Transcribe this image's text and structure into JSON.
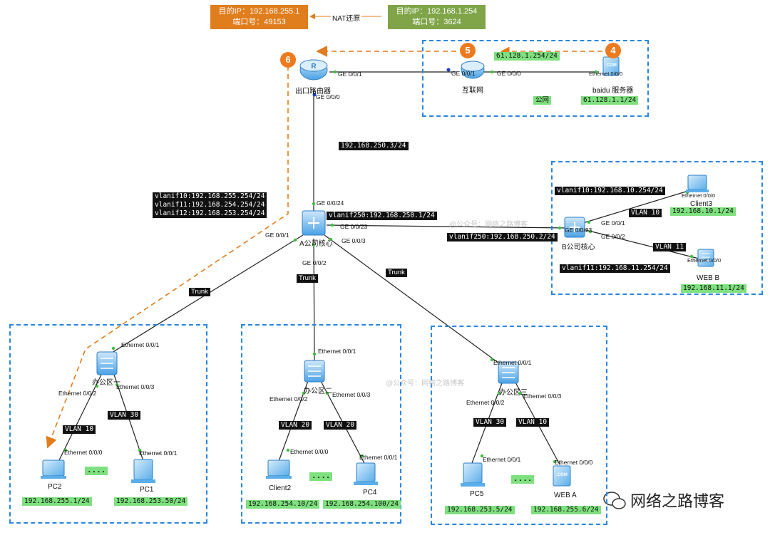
{
  "nat": {
    "left_line1": "目的IP：192.168.255.1",
    "left_line2": "端口号：49153",
    "arrow_label": "NAT还原",
    "right_line1": "目的IP：192.168.1.254",
    "right_line2": "端口号：3624"
  },
  "steps": [
    "6",
    "5",
    "4"
  ],
  "devices": {
    "exit_router": "出口路由器",
    "internet": "互联网",
    "baidu": "baidu 服务器",
    "public_net": "公网",
    "core_a": "A公司核心",
    "core_b": "B公司核心",
    "client3": "Client3",
    "web_b": "WEB B",
    "office1": "办公区一",
    "office2": "办公区二",
    "office3": "办公区三",
    "pc2": "PC2",
    "pc1": "PC1",
    "client2": "Client2",
    "pc4": "PC4",
    "pc5": "PC5",
    "web_a": "WEB A"
  },
  "ports": {
    "r_ge001": "GE 0/0/1",
    "r_ge000": "GE 0/0/0",
    "i_ge001": "GE 0/0/1",
    "i_ge000": "GE 0/0/0",
    "baidu_eth": "Ethernet 0/0/0",
    "a_ge0024": "GE 0/0/24",
    "a_ge0023": "GE 0/0/23",
    "a_ge003": "GE 0/0/3",
    "a_ge001": "GE 0/0/1",
    "a_ge002": "GE 0/0/2",
    "b_ge0023": "GE 0/0/23",
    "b_ge001": "GE 0/0/1",
    "b_ge002": "GE 0/0/2",
    "c3_eth": "Ethernet 0/0/0",
    "webb_eth": "Ethernet 0/0/0",
    "o1_up": "Ethernet 0/0/1",
    "o1_left": "Ethernet 0/0/2",
    "o1_right": "Ethernet 0/0/3",
    "pc2_eth": "Ethernet 0/0/0",
    "pc1_eth": "Ethernet 0/0/1",
    "o2_up": "Ethernet 0/0/1",
    "o2_left": "Ethernet 0/0/2",
    "o2_right": "Ethernet 0/0/3",
    "c2_eth": "Ethernet 0/0/0",
    "pc4_eth": "Ethernet 0/0/1",
    "o3_up": "Ethernet 0/0/1",
    "o3_left": "Ethernet 0/0/2",
    "o3_right": "Ethernet 0/0/3",
    "pc5_eth": "Ethernet 0/0/1",
    "weba_eth": "Ethernet 0/0/0"
  },
  "addresses": {
    "internet_ip": "61.128.1.254/24",
    "baidu_ip": "61.128.1.1/24",
    "link_ip": "192.168.250.3/24",
    "vlanif10_a": "vlanif10:192.168.255.254/24",
    "vlanif11_a": "vlanif11:192.168.254.254/24",
    "vlanif12_a": "vlanif12:192.168.253.254/24",
    "vlanif250_a": "vlanif250:192.168.250.1/24",
    "vlanif250_b": "vlanif250:192.168.250.2/24",
    "vlanif10_b": "vlanif10:192.168.10.254/24",
    "vlanif11_b": "vlanif11:192.168.11.254/24",
    "client3_ip": "192.168.10.1/24",
    "webb_ip": "192.168.11.1/24",
    "pc2_ip": "192.168.255.1/24",
    "pc1_ip": "192.168.253.50/24",
    "client2_ip": "192.168.254.10/24",
    "pc4_ip": "192.168.254.100/24",
    "pc5_ip": "192.168.253.5/24",
    "weba_ip": "192.168.255.6/24"
  },
  "links": {
    "trunk1": "Trunk",
    "trunk2": "Trunk",
    "trunk3": "Trunk",
    "vlan10_b": "VLAN 10",
    "vlan11_b": "VLAN 11",
    "o1_vlan10": "VLAN 10",
    "o1_vlan30": "VLAN 30",
    "o2_vlan20a": "VLAN 20",
    "o2_vlan20b": "VLAN 20",
    "o3_vlan30": "VLAN 30",
    "o3_vlan10": "VLAN 10"
  },
  "ellipsis": "....",
  "watermark": "@公众号：网络之路博客",
  "brand": "网络之路博客",
  "colors": {
    "nat_orange": "#e07d1c",
    "nat_green": "#7fa548",
    "zone_blue": "#2a86e0",
    "path_orange": "#e07d1c",
    "tag_green": "#7ee07e"
  }
}
